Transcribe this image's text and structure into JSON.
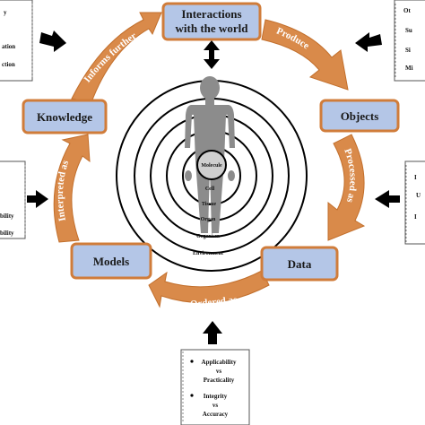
{
  "nodes": {
    "interactions_line1": "Interactions",
    "interactions_line2": "with the world",
    "objects": "Objects",
    "data": "Data",
    "models": "Models",
    "knowledge": "Knowledge"
  },
  "arcs": {
    "produce": "Produce",
    "processed_as": "Processed as",
    "ordered_as": "Ordered as",
    "interpreted_as": "Interpreted as",
    "informs_further": "Informs further"
  },
  "rings": {
    "molecule": "Molecule",
    "cell": "Cell",
    "tissue": "Tissue",
    "organ": "Organ",
    "organism": "Organism",
    "environment": "Environment"
  },
  "notes": {
    "bottom": {
      "item1_line1": "Applicability",
      "item1_line2": "vs",
      "item1_line3": "Practicality",
      "item2_line1": "Integrity",
      "item2_line2": "vs",
      "item2_line3": "Accuracy"
    },
    "top_left": {
      "line1": "y",
      "line2": "ation",
      "line3": "ction"
    },
    "mid_left": {
      "line1": "bility",
      "line2": "bility"
    },
    "top_right": {
      "line1": "Ot",
      "line2": "Su",
      "line3": "Si",
      "line4": "Mi"
    },
    "mid_right": {
      "line1": "I",
      "line2": "U",
      "line3": "I"
    }
  },
  "colors": {
    "node_fill": "#b4c6e7",
    "node_border": "#d07c3a",
    "arc_fill": "#d98a4a",
    "arrow": "#000000",
    "ring_stroke": "#000000",
    "silhouette": "#8c8c8c"
  }
}
